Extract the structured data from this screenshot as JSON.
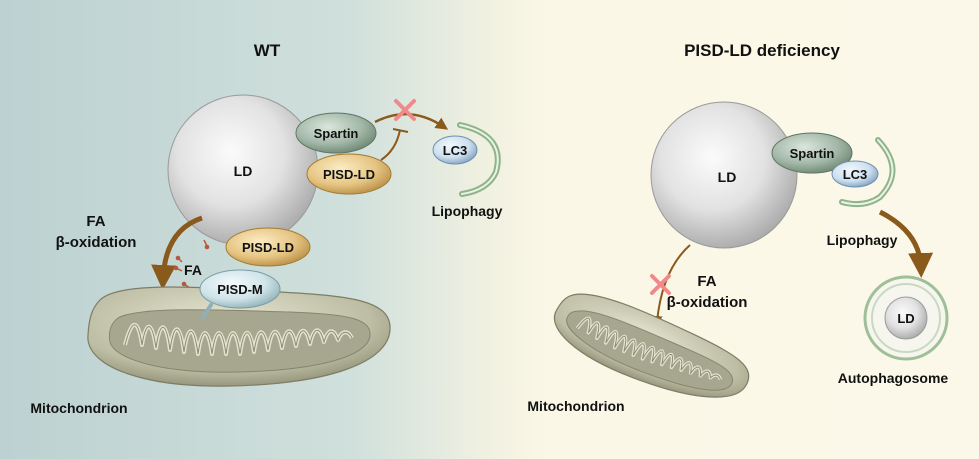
{
  "wt": {
    "title": "WT",
    "ld": "LD",
    "spartin": "Spartin",
    "pisd_ld_top": "PISD-LD",
    "lc3": "LC3",
    "lipophagy": "Lipophagy",
    "fa_line1": "FA",
    "fa_line2": "β-oxidation",
    "pisd_ld_bottom": "PISD-LD",
    "fa_small": "FA",
    "pisd_m": "PISD-M",
    "mitochondrion": "Mitochondrion"
  },
  "deficiency": {
    "title": "PISD-LD deficiency",
    "ld": "LD",
    "spartin": "Spartin",
    "lc3": "LC3",
    "lipophagy": "Lipophagy",
    "fa_line1": "FA",
    "fa_line2": "β-oxidation",
    "mitochondrion": "Mitochondrion",
    "ld_inner": "LD",
    "autophagosome": "Autophagosome"
  },
  "colors": {
    "left_bg": "#c4d6d6",
    "right_bg": "#fbf7e6",
    "spartin": "#9fb5a4",
    "pisd_ld": "#e6c78a",
    "pisd_m": "#d3e6ea",
    "lc3": "#cfe0ee",
    "arrow": "#8a5a1c",
    "block_x": "#f08a8a",
    "mito": "#c6c6ae"
  }
}
